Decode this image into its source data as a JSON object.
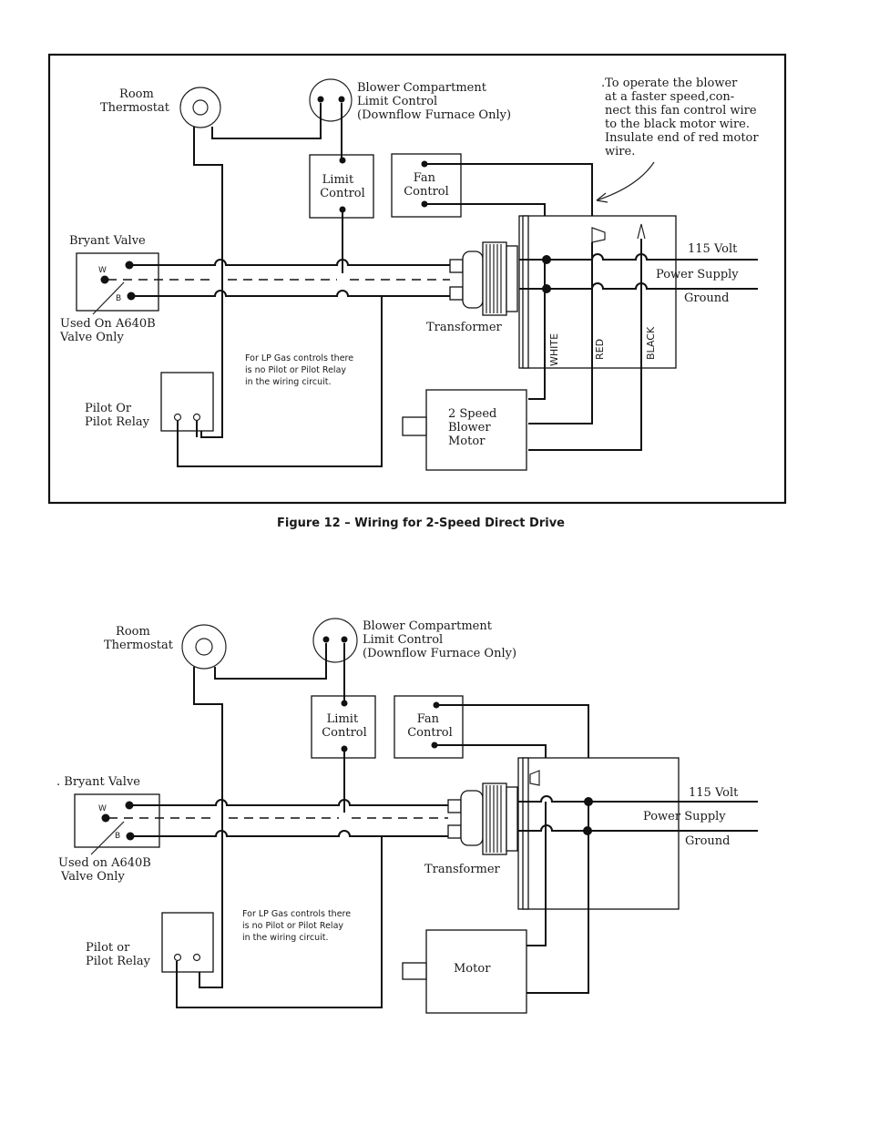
{
  "figure1": {
    "room_thermostat": [
      "Room",
      "Thermostat"
    ],
    "blower_limit": [
      "Blower  Compartment",
      "Limit  Control",
      "(Downflow  Furnace  Only)"
    ],
    "note_fan": [
      ".To  operate  the blower",
      "at  a  faster speed,con-",
      "nect this fan control wire",
      "to  the  black motor wire.",
      "Insulate end of red motor",
      "wire."
    ],
    "limit_control": [
      "Limit",
      "Control"
    ],
    "fan_control": [
      "Fan",
      "Control"
    ],
    "bryant_valve": "Bryant  Valve",
    "terminal_w": "W",
    "terminal_b": "B",
    "used_on": [
      "Used On A640B",
      "Valve  Only"
    ],
    "volt": "115  Volt",
    "power_supply": "Power Supply",
    "ground": "Ground",
    "transformer": "Transformer",
    "wire_white": "WHITE",
    "wire_red": "RED",
    "wire_black": "BLACK",
    "lp_note": [
      "For LP Gas controls there",
      "is no Pilot or Pilot Relay",
      "in the wiring circuit."
    ],
    "pilot": [
      "Pilot  Or",
      "Pilot Relay"
    ],
    "motor": [
      "2  Speed",
      "Blower",
      "Motor"
    ],
    "caption": "Figure 12  –  Wiring for 2-Speed Direct Drive"
  },
  "figure2": {
    "room_thermostat": [
      "Room",
      "Thermostat"
    ],
    "blower_limit": [
      "Blower  Compartment",
      "Limit  Control",
      "(Downflow  Furnace Only)"
    ],
    "limit_control": [
      "Limit",
      "Control"
    ],
    "fan_control": [
      "Fan",
      "Control"
    ],
    "bryant_valve": ". Bryant  Valve",
    "terminal_w": "W",
    "terminal_b": "B",
    "used_on": [
      "Used on A640B",
      "Valve  Only"
    ],
    "volt": "115  Volt",
    "power_supply": "Power Supply",
    "ground": "Ground",
    "transformer": "Transformer",
    "lp_note": [
      "For LP Gas controls there",
      "is no Pilot or Pilot Relay",
      "in the wiring circuit."
    ],
    "pilot": [
      "Pilot or",
      "Pilot Relay"
    ],
    "motor": "Motor"
  }
}
